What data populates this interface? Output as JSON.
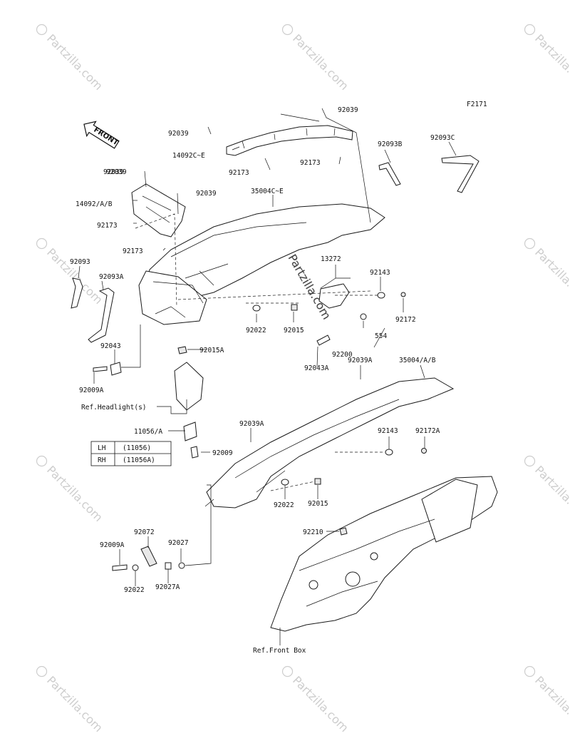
{
  "diagram_id": "F2171",
  "front_arrow_label": "FRONT",
  "watermark": {
    "text": "Partzilla.com",
    "symbol": "©"
  },
  "callouts": [
    "92039",
    "92039",
    "14092C~E",
    "92173",
    "92173",
    "92039",
    "92093B",
    "92093C",
    "92039",
    "14092/A/B",
    "92173",
    "92039",
    "35004C~E",
    "92173",
    "13272",
    "92143",
    "92093",
    "92093A",
    "92022",
    "92015",
    "92172",
    "554",
    "92200",
    "92043",
    "92015A",
    "92009A",
    "92043A",
    "92039A",
    "35004/A/B",
    "Ref.Headlight(s)",
    "11056/A",
    "92039A",
    "92143",
    "92172A",
    "92009",
    "92022",
    "92015",
    "92210",
    "92072",
    "92027",
    "92009A",
    "92022",
    "92027A",
    "Ref.Front Box"
  ],
  "variant_table": [
    {
      "side": "LH",
      "part": "(11056)"
    },
    {
      "side": "RH",
      "part": "(11056A)"
    }
  ]
}
